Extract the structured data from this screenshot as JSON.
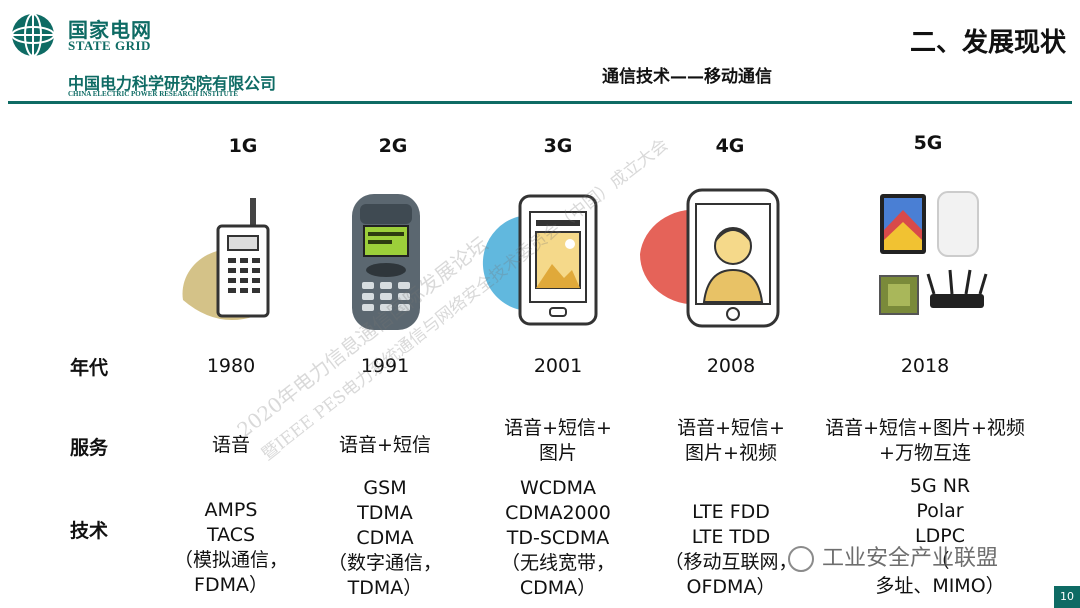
{
  "header": {
    "logo_cn": "国家电网",
    "logo_en": "STATE GRID",
    "org_cn": "中国电力科学研究院有限公司",
    "org_en": "CHINA ELECTRIC POWER RESEARCH INSTITUTE",
    "section_title": "二、发展现状",
    "subtitle": "通信技术——移动通信"
  },
  "generations": [
    {
      "label": "1G",
      "year": "1980",
      "service": "语音",
      "tech": [
        "AMPS",
        "TACS",
        "（模拟通信，",
        "FDMA）"
      ]
    },
    {
      "label": "2G",
      "year": "1991",
      "service": "语音+短信",
      "tech": [
        "GSM",
        "TDMA",
        "CDMA",
        "（数字通信，",
        "TDMA）"
      ]
    },
    {
      "label": "3G",
      "year": "2001",
      "service": "语音+短信+\n图片",
      "tech": [
        "WCDMA",
        "CDMA2000",
        "TD-SCDMA",
        "（无线宽带，",
        "CDMA）"
      ]
    },
    {
      "label": "4G",
      "year": "2008",
      "service": "语音+短信+\n图片+视频",
      "tech": [
        "LTE FDD",
        "LTE TDD",
        "（移动互联网，",
        "OFDMA）"
      ]
    },
    {
      "label": "5G",
      "year": "2018",
      "service": "语音+短信+图片+视频\n+万物互连",
      "tech": [
        "5G NR",
        "Polar",
        "LDPC",
        "（",
        "多址、MIMO）"
      ]
    }
  ],
  "row_labels": {
    "year": "年代",
    "service": "服务",
    "tech": "技术"
  },
  "watermarks": [
    "2020年电力信息通信国际发展论坛",
    "暨IEEE PES电力系统通信与网络安全技术委员会（中国）成立大会"
  ],
  "wechat_overlay": "工业安全产业联盟",
  "page_number": "10",
  "colors": {
    "brand": "#0e6b64",
    "olive": "#c9b36a",
    "blue": "#3aa6d6",
    "red": "#e0483c"
  }
}
